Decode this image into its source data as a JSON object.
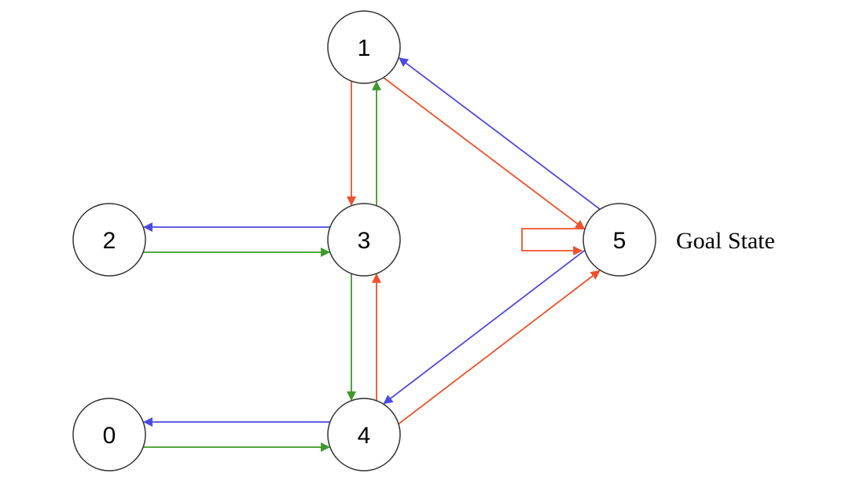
{
  "diagram": {
    "nodes": [
      {
        "id": "0",
        "label": "0"
      },
      {
        "id": "1",
        "label": "1"
      },
      {
        "id": "2",
        "label": "2"
      },
      {
        "id": "3",
        "label": "3"
      },
      {
        "id": "4",
        "label": "4"
      },
      {
        "id": "5",
        "label": "5"
      }
    ],
    "goal_label": "Goal State",
    "colors": {
      "blue": "#4a4ae0",
      "green": "#3c9a28",
      "red": "#f0502a",
      "node_stroke": "#333333"
    },
    "edges": [
      {
        "from": "3",
        "to": "2",
        "color": "blue"
      },
      {
        "from": "2",
        "to": "3",
        "color": "green"
      },
      {
        "from": "4",
        "to": "0",
        "color": "blue"
      },
      {
        "from": "0",
        "to": "4",
        "color": "green"
      },
      {
        "from": "3",
        "to": "1",
        "color": "green"
      },
      {
        "from": "1",
        "to": "3",
        "color": "red"
      },
      {
        "from": "4",
        "to": "3",
        "color": "red"
      },
      {
        "from": "3",
        "to": "4",
        "color": "green"
      },
      {
        "from": "1",
        "to": "5",
        "color": "red"
      },
      {
        "from": "5",
        "to": "1",
        "color": "blue"
      },
      {
        "from": "4",
        "to": "5",
        "color": "red"
      },
      {
        "from": "5",
        "to": "4",
        "color": "blue"
      },
      {
        "from": "5",
        "to": "5",
        "color": "red"
      }
    ]
  }
}
